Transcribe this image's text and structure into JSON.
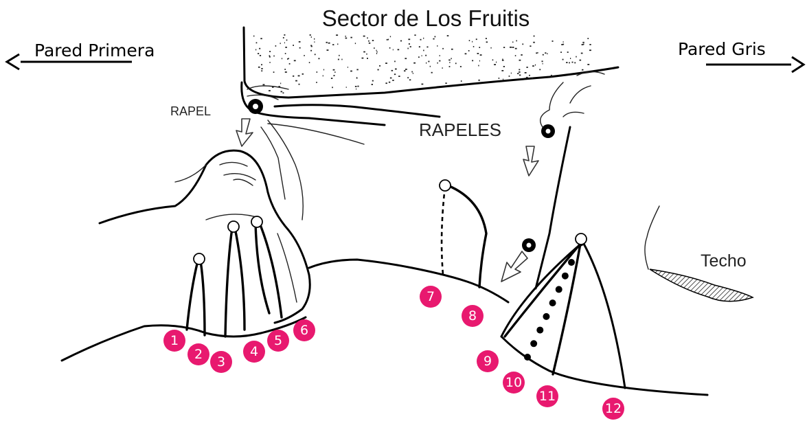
{
  "title": "Sector de Los Fruitis",
  "nav_left": {
    "label": "Pared Primera",
    "arrow": "left-arrow-icon"
  },
  "nav_right": {
    "label": "Pared Gris",
    "arrow": "right-arrow-icon"
  },
  "labels": {
    "rapel": "RAPEL",
    "rapeles": "RAPELES",
    "techo": "Techo"
  },
  "route_marker_color": "#e8196f",
  "routes": [
    "1",
    "2",
    "3",
    "4",
    "5",
    "6",
    "7",
    "8",
    "9",
    "10",
    "11",
    "12"
  ]
}
